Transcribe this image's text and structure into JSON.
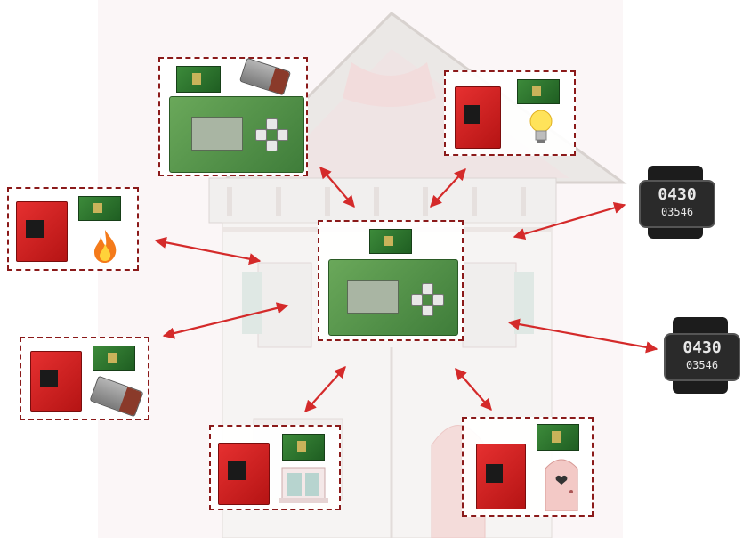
{
  "watch_left": {
    "time": "0430",
    "sub": "03546"
  },
  "watch_right": {
    "time": "0430",
    "sub": "03546"
  },
  "colors": {
    "node_border": "#8b1a1a",
    "arrow": "#d42a2a",
    "board_red": "#d62222",
    "board_green": "#3c8a3a"
  },
  "icons": [
    "light-bulb-icon",
    "flame-icon",
    "door-icon",
    "window-icon",
    "usb-stick-icon",
    "watch-icon"
  ]
}
